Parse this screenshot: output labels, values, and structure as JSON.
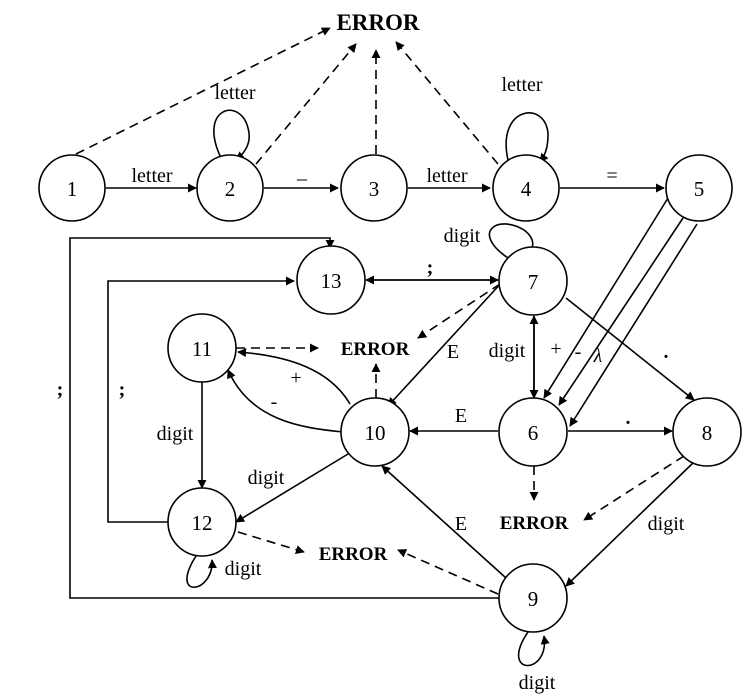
{
  "states": {
    "s1": "1",
    "s2": "2",
    "s3": "3",
    "s4": "4",
    "s5": "5",
    "s6": "6",
    "s7": "7",
    "s8": "8",
    "s9": "9",
    "s10": "10",
    "s11": "11",
    "s12": "12",
    "s13": "13"
  },
  "error_labels": {
    "top": "ERROR",
    "mid": "ERROR",
    "right": "ERROR",
    "bottom": "ERROR"
  },
  "edge_labels": {
    "e1_2": "letter",
    "loop2": "letter",
    "e2_3": "_",
    "e3_4": "letter",
    "loop4": "letter",
    "e4_5": "=",
    "loop7": "digit",
    "e7_13": ";",
    "e7_10": "E",
    "e6_7": "digit",
    "e5_6_plus": "+",
    "e5_6_minus": "-",
    "e5_6_lambda": "λ",
    "e7_8": ".",
    "e10_11_plus": "+",
    "e10_11_minus": "-",
    "e6_10": "E",
    "e6_8": ".",
    "e11_12": "digit",
    "e10_12": "digit",
    "e12_13": ";",
    "e9_13": ";",
    "loop12": "digit",
    "e9_10": "E",
    "e8_9": "digit",
    "loop9": "digit"
  }
}
